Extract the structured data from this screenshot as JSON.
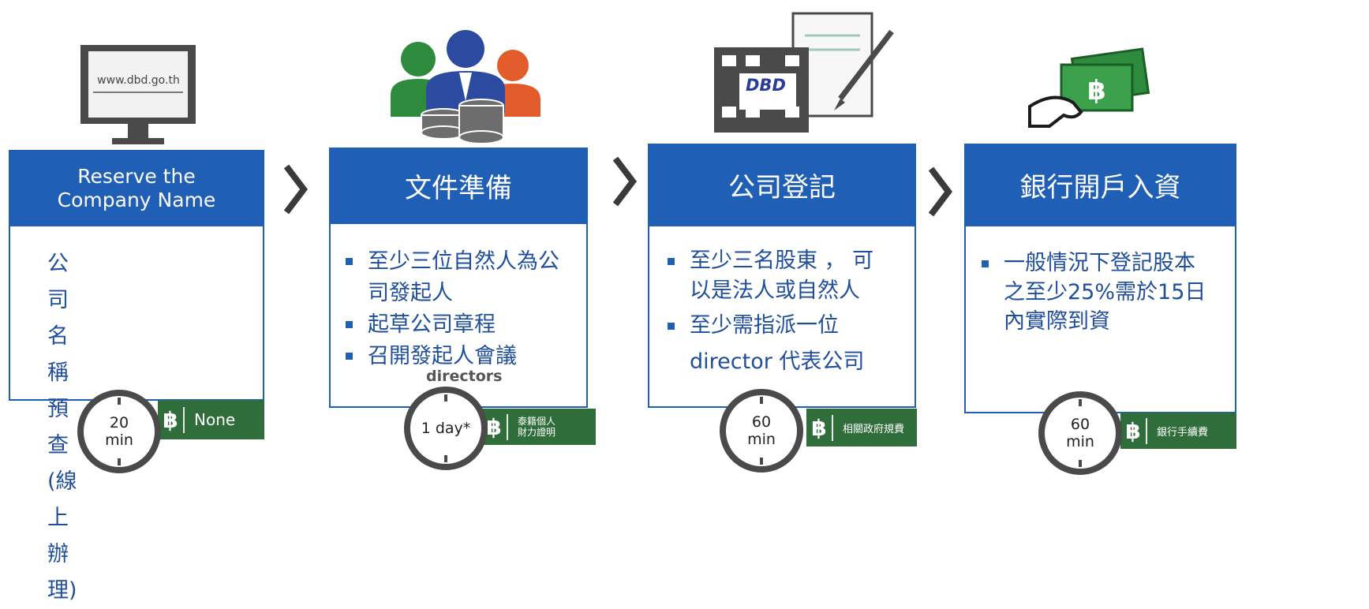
{
  "steps": [
    {
      "title_line1": "Reserve the",
      "title_line2": "Company Name",
      "text_line1": "公司名稱預查",
      "text_line2": "(線上辦理)",
      "time_value": "20",
      "time_unit": "min",
      "fee": "None",
      "website": "www.dbd.go.th"
    },
    {
      "title": "文件準備",
      "bullets": [
        "至少三位自然人為公司發起人",
        "起草公司章程",
        "召開發起人會議"
      ],
      "faded_text": "directors",
      "time_value": "1 day*",
      "fee_line1": "泰籍個人",
      "fee_line2": "財力證明"
    },
    {
      "title": "公司登記",
      "bullets": [
        "至少三名股東 ， 可以是法人或自然人",
        "至少需指派一位"
      ],
      "extra_line": "director 代表公司",
      "time_value": "60",
      "time_unit": "min",
      "fee": "相關政府規費",
      "logo": "DBD"
    },
    {
      "title": "銀行開戶入資",
      "bullets": [
        "一般情況下登記股本之至少25%需於15日內實際到資"
      ],
      "time_value": "60",
      "time_unit": "min",
      "fee": "銀行手續費",
      "baht_symbol": "฿"
    }
  ],
  "colors": {
    "header_blue": "#1f5fb5",
    "text_blue": "#1f4e9a",
    "fee_green": "#2f6e3a",
    "clock_gray": "#4a4a4a"
  }
}
